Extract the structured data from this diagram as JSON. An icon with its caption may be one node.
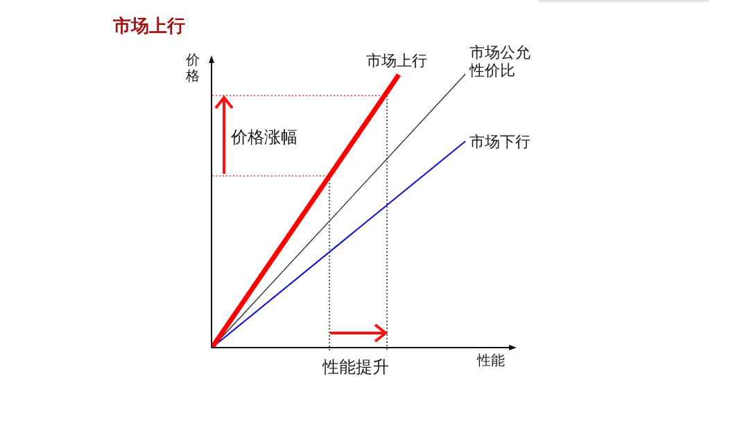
{
  "diagram": {
    "title": "市场上行",
    "labels": [
      "价格",
      "市场上行",
      "市场公允性价比",
      "市场下行",
      "价格涨幅",
      "性能提升",
      "性能"
    ]
  }
}
